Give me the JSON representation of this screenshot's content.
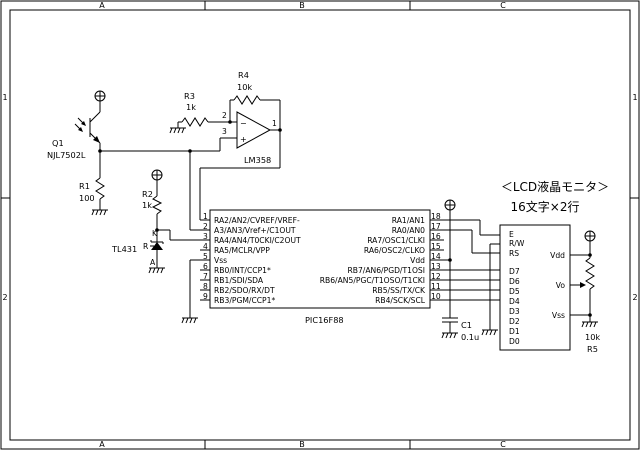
{
  "border": {
    "columns": [
      "A",
      "B",
      "C"
    ],
    "rows": [
      "1",
      "2"
    ]
  },
  "q1": {
    "ref": "Q1",
    "part": "NJL7502L"
  },
  "r1": {
    "ref": "R1",
    "value": "100"
  },
  "r2": {
    "ref": "R2",
    "value": "1k"
  },
  "r3": {
    "ref": "R3",
    "value": "1k"
  },
  "r4": {
    "ref": "R4",
    "value": "10k"
  },
  "opamp": {
    "part": "LM358",
    "pin_out": "1",
    "pin_inv": "2",
    "pin_noninv": "3",
    "minus": "−",
    "plus": "+"
  },
  "tl431": {
    "part": "TL431",
    "pin_r": "R",
    "pin_k": "K",
    "pin_a": "A"
  },
  "pic": {
    "part": "PIC16F88",
    "left_pins": [
      {
        "num": "1",
        "name": "RA2/AN2/CVREF/VREF-"
      },
      {
        "num": "2",
        "name": "A3/AN3/Vref+/C1OUT"
      },
      {
        "num": "3",
        "name": "RA4/AN4/T0CKI/C2OUT"
      },
      {
        "num": "4",
        "name": "RA5/MCLR/VPP"
      },
      {
        "num": "5",
        "name": "Vss"
      },
      {
        "num": "6",
        "name": "RB0/INT/CCP1*"
      },
      {
        "num": "7",
        "name": "RB1/SDI/SDA"
      },
      {
        "num": "8",
        "name": "RB2/SDO/RX/DT"
      },
      {
        "num": "9",
        "name": "RB3/PGM/CCP1*"
      }
    ],
    "right_pins": [
      {
        "num": "18",
        "name": "RA1/AN1"
      },
      {
        "num": "17",
        "name": "RA0/AN0"
      },
      {
        "num": "16",
        "name": "RA7/OSC1/CLKI"
      },
      {
        "num": "15",
        "name": "RA6/OSC2/CLKO"
      },
      {
        "num": "14",
        "name": "Vdd"
      },
      {
        "num": "13",
        "name": "RB7/AN6/PGD/T1OSI"
      },
      {
        "num": "12",
        "name": "RB6/AN5/PGC/T1OSO/T1CKI"
      },
      {
        "num": "11",
        "name": "RB5/SS/TX/CK"
      },
      {
        "num": "10",
        "name": "RB4/SCK/SCL"
      }
    ]
  },
  "c1": {
    "ref": "C1",
    "value": "0.1u"
  },
  "lcd": {
    "title": "＜LCD液晶モニタ＞",
    "subtitle": "16文字×2行",
    "left_pins": [
      "E",
      "R/W",
      "RS",
      "D7",
      "D6",
      "D5",
      "D4",
      "D3",
      "D2",
      "D1",
      "D0"
    ],
    "right_pins": [
      "Vdd",
      "Vo",
      "Vss"
    ]
  },
  "r5": {
    "ref": "R5",
    "value": "10k"
  }
}
